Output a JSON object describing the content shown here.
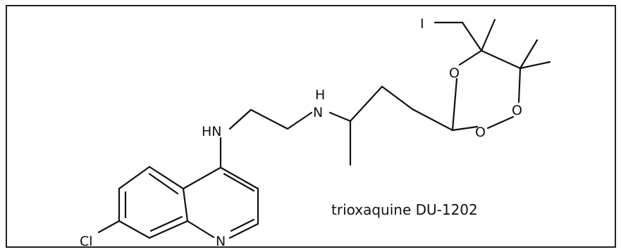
{
  "figure": {
    "caption": "trioxaquine DU-1202",
    "atom_labels": {
      "iodine": "I",
      "ring_oxygen_1": "O",
      "ring_oxygen_2": "O",
      "ring_oxygen_3": "O",
      "amine_h": "H",
      "amine_n": "N",
      "aryl_amine": "HN",
      "quinoline_n": "N",
      "chlorine": "Cl"
    }
  }
}
